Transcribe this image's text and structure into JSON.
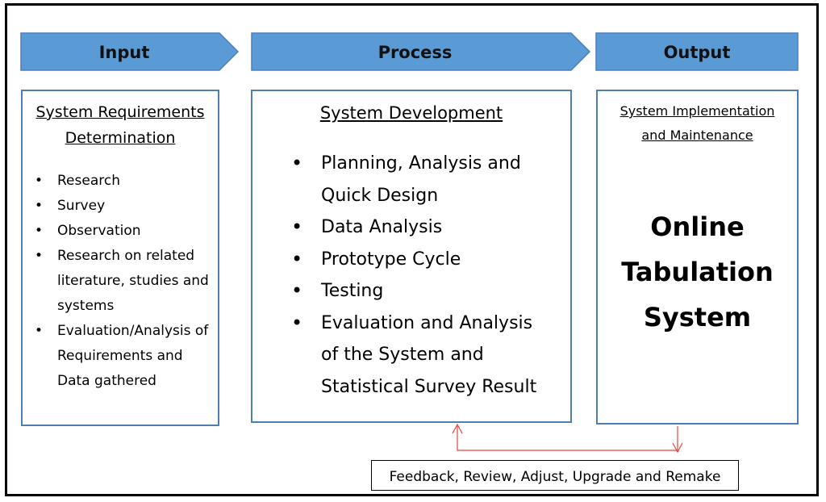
{
  "stages": {
    "input": {
      "label": "Input"
    },
    "process": {
      "label": "Process"
    },
    "output": {
      "label": "Output"
    }
  },
  "input_box": {
    "heading_lines": [
      "System Requirements",
      "Determination"
    ],
    "items": [
      "Research",
      "Survey",
      "Observation",
      "Research on related literature, studies and systems",
      "Evaluation/Analysis of Requirements and Data gathered"
    ]
  },
  "process_box": {
    "heading": "System Development",
    "items": [
      "Planning, Analysis and Quick Design",
      "Data Analysis",
      "Prototype Cycle",
      "Testing",
      "Evaluation and Analysis of the System and Statistical Survey Result"
    ]
  },
  "output_box": {
    "heading_lines": [
      "System Implementation",
      "and Maintenance"
    ],
    "title_lines": [
      "Online",
      "Tabulation",
      "System"
    ]
  },
  "feedback": {
    "label": "Feedback, Review, Adjust, Upgrade and Remake"
  },
  "colors": {
    "arrow_fill": "#5b9bd5",
    "arrow_stroke": "#4a7ebb",
    "box_border": "#4f7fae",
    "feedback_line": "#e8443a"
  }
}
